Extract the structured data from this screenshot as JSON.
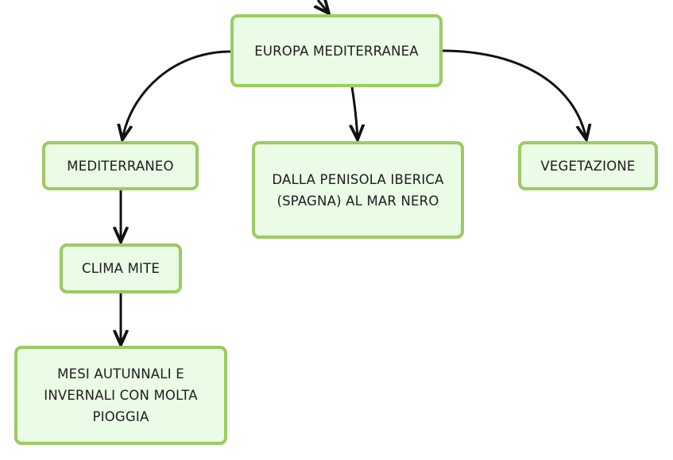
{
  "concept_map": {
    "root": {
      "label": "EUROPA MEDITERRANEA"
    },
    "mediterraneo": {
      "label": "MEDITERRANEO"
    },
    "extent": {
      "label": "DALLA PENISOLA IBERICA (SPAGNA) AL MAR NERO"
    },
    "vegetazione": {
      "label": "VEGETAZIONE"
    },
    "clima": {
      "label": "CLIMA MITE"
    },
    "mesi": {
      "label": "MESI AUTUNNALI E INVERNALI CON MOLTA PIOGGIA"
    }
  },
  "colors": {
    "node_fill": "#eafbe6",
    "node_border": "#9ccb62",
    "text": "#1d1d1d",
    "connector": "#111111"
  }
}
